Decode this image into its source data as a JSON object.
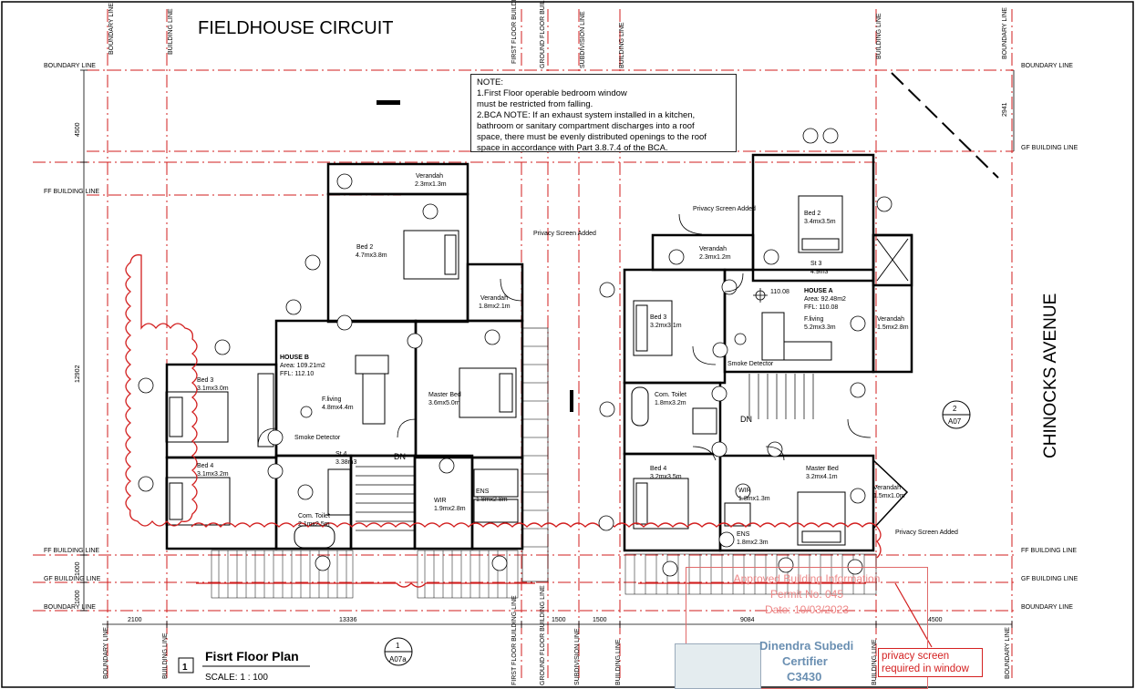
{
  "title": "FIELDHOUSE CIRCUIT",
  "street_right": "CHINOCKS AVENUE",
  "drawing_title": "Fisrt Floor Plan",
  "scale": "SCALE: 1 : 100",
  "callout_number": "1",
  "note": {
    "heading": "NOTE:",
    "lines": [
      "1.First Floor operable bedroom window",
      "must be restricted from falling.",
      "2.BCA NOTE: If an exhaust system installed in a kitchen,",
      "bathroom or sanitary compartment discharges into a roof",
      "space, there must be evenly distributed openings to the roof",
      "space in accordance with Part 3.8.7.4 of the BCA."
    ]
  },
  "labels": {
    "boundary_line": "BOUNDARY LINE",
    "building_line": "BUILDING LINE",
    "first_floor_building_line": "FIRST FLOOR BUILDING LINE",
    "ground_floor_building_line": "GROUND FLOOR BUILDING LINE",
    "subdivision_line": "SUBDIVISION LINE",
    "ff_building_line": "FF BUILDING LINE",
    "gf_building_line": "GF BUILDING LINE"
  },
  "dimensions": {
    "bottom": [
      "2100",
      "13336",
      "1500",
      "1500",
      "9084",
      "4500"
    ],
    "left": [
      "4500",
      "12902",
      "1000",
      "1000"
    ],
    "right": [
      "2941"
    ]
  },
  "house_b": {
    "title": "HOUSE B",
    "area": "Area: 109.21m2",
    "ffl": "FFL: 112.10",
    "rooms": [
      {
        "name": "Verandah",
        "size": "2.3mx1.3m"
      },
      {
        "name": "Bed 2",
        "size": "4.7mx3.8m"
      },
      {
        "name": "Verandah",
        "size": "1.8mx2.1m"
      },
      {
        "name": "Bed 3",
        "size": "3.1mx3.0m"
      },
      {
        "name": "F.living",
        "size": "4.8mx4.4m"
      },
      {
        "name": "Master Bed",
        "size": "3.6mx5.0m"
      },
      {
        "name": "Bed 4",
        "size": "3.1mx3.2m"
      },
      {
        "name": "St 4",
        "size": "3.38m3"
      },
      {
        "name": "WIR",
        "size": "1.9mx2.8m"
      },
      {
        "name": "ENS",
        "size": "1.8mx2.8m"
      },
      {
        "name": "Com. Toilet",
        "size": "2.1mx2.5m"
      }
    ]
  },
  "house_a": {
    "title": "HOUSE A",
    "area": "Area: 92.48m2",
    "ffl": "FFL: 110.08",
    "level": "110.08",
    "rooms": [
      {
        "name": "Bed 2",
        "size": "3.4mx3.5m"
      },
      {
        "name": "Verandah",
        "size": "2.3mx1.2m"
      },
      {
        "name": "St 3",
        "size": "4.9m3"
      },
      {
        "name": "Bed 3",
        "size": "3.2mx3.1m"
      },
      {
        "name": "F.living",
        "size": "5.2mx3.3m"
      },
      {
        "name": "Verandah",
        "size": "1.5mx2.8m"
      },
      {
        "name": "Com. Toilet",
        "size": "1.8mx3.2m"
      },
      {
        "name": "Bed 4",
        "size": "3.2mx3.5m"
      },
      {
        "name": "Master Bed",
        "size": "3.2mx4.1m"
      },
      {
        "name": "WIR",
        "size": "1.8mx1.3m"
      },
      {
        "name": "ENS",
        "size": "1.8mx2.3m"
      },
      {
        "name": "Verandah",
        "size": "1.5mx1.0m"
      }
    ]
  },
  "annotations": {
    "privacy_screen_added": "Privacy Screen Added",
    "smoke_detector": "Smoke Detector",
    "dn": "DN",
    "section_callout": "2",
    "section_sheet": "A07",
    "sheet_ref": "A07a",
    "privacy_warning": "privacy screen required in window"
  },
  "stamp": {
    "line1": "Approved Building Information",
    "line2": "Permit No. 045",
    "line3": "Date: 10/03/2023"
  },
  "certifier": {
    "name": "Dinendra Subedi",
    "role": "Certifier",
    "id": "C3430"
  },
  "colors": {
    "line_red": "#d21e1e",
    "stamp_red": "#e06a6a",
    "certifier_blue": "#6a8fb2"
  }
}
